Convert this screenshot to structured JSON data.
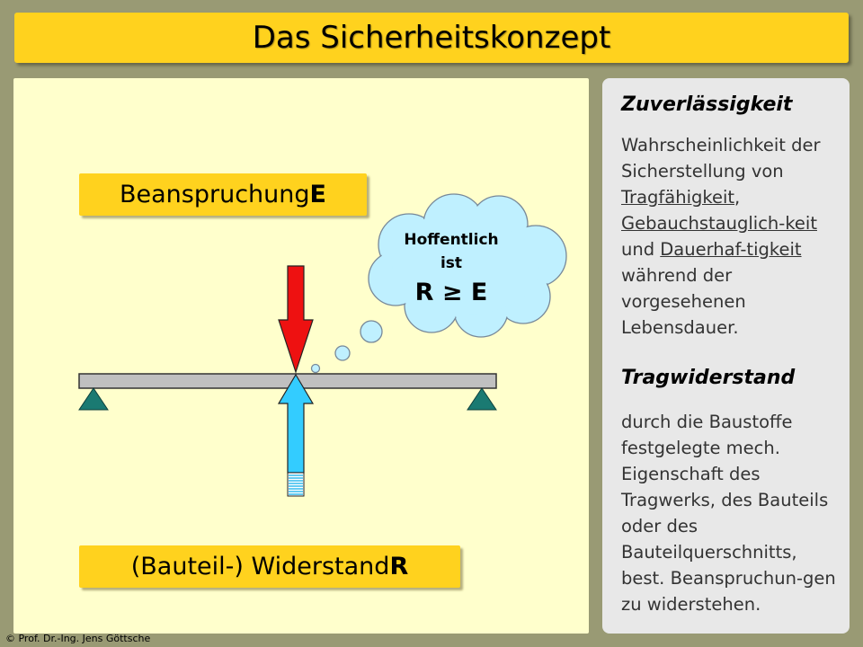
{
  "title": "Das Sicherheitskonzept",
  "labels": {
    "beanspruchung_text": "Beanspruchung ",
    "beanspruchung_symbol": "E",
    "widerstand_text": "(Bauteil-) Widerstand ",
    "widerstand_symbol": "R"
  },
  "cloud": {
    "line1": "Hoffentlich",
    "line2": "ist",
    "formula": "R ≥ E"
  },
  "sections": {
    "zuverlaessigkeit": {
      "heading": "Zuverlässigkeit",
      "t1": "Wahrscheinlichkeit der Sicherstellung von ",
      "u1": "Tragfähigkeit",
      "t2": ", ",
      "u2": "Gebauchstauglich-keit",
      "t3": " und ",
      "u3": "Dauerhaf-tigkeit",
      "t4": " während der vorgesehenen Lebensdauer."
    },
    "tragwiderstand": {
      "heading": "Tragwiderstand",
      "text": "durch die Baustoffe festgelegte mech. Eigenschaft des Tragwerks, des Bauteils oder des Bauteilquerschnitts, best. Beanspruchun-gen zu widerstehen."
    }
  },
  "footer": {
    "copyright": "© Prof. Dr.-Ing. Jens Göttsche"
  },
  "colors": {
    "background": "#999a74",
    "title_bar": "#ffd21e",
    "left_panel": "#ffffcc",
    "right_panel": "#e8e8e8",
    "beam": "#c0c0c0",
    "supports": "#1a7a72",
    "load_arrow": "#ee1111",
    "resistance_arrow": "#33ccff",
    "cloud": "#bff0ff"
  },
  "icons": [
    "down-arrow-icon",
    "up-arrow-icon",
    "triangle-support-icon",
    "thought-cloud-icon"
  ]
}
